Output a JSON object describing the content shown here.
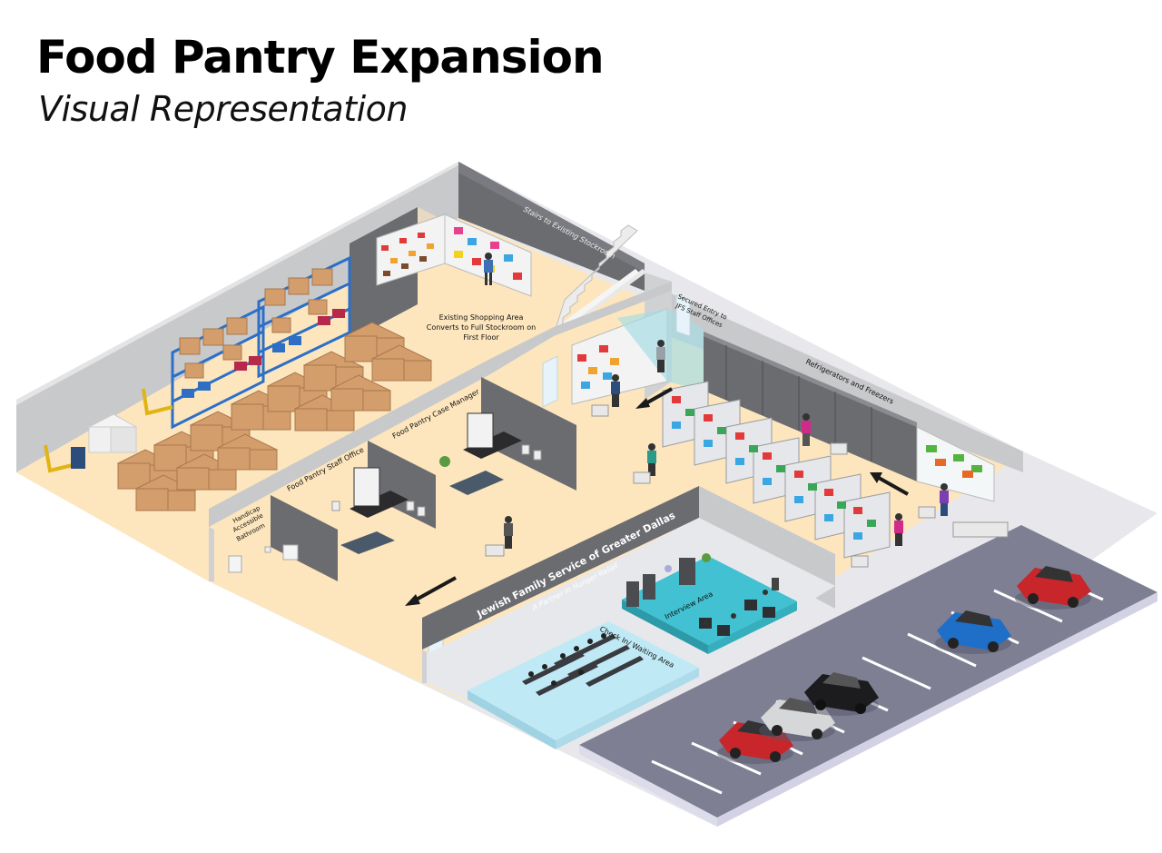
{
  "header": {
    "title": "Food Pantry Expansion",
    "subtitle": "Visual Representation"
  },
  "labels": {
    "stairs": "Stairs to Existing Stockroom",
    "shopping_area_1": "Existing Shopping Area",
    "shopping_area_2": "Converts to Full Stockroom on",
    "shopping_area_3": "First Floor",
    "secured_entry_1": "Secured Entry to",
    "secured_entry_2": "JFS Staff Offices",
    "refrigerators": "Refrigerators and Freezers",
    "case_manager": "Food Pantry Case Manager",
    "staff_office": "Food Pantry Staff Office",
    "bathroom_1": "Handicap",
    "bathroom_2": "Accessible",
    "bathroom_3": "Bathroom",
    "jfs_name": "Jewish Family Service of Greater Dallas",
    "jfs_tagline": "A Partner in Hunger Relief",
    "interview": "Interview Area",
    "checkin": "Check In/ Waiting Area"
  },
  "colors": {
    "floor": "#fde6bd",
    "wall_light": "#c8c9cb",
    "wall_dark": "#6b6c70",
    "parking": "#7e7f93",
    "room_teal": "#41c1d1",
    "room_light_blue": "#bfe9f5",
    "car_colors": [
      "#c8262b",
      "#1f6fc8",
      "#1c1c1f",
      "#c9cacc",
      "#c8262b"
    ]
  },
  "icons": [
    "box-icon",
    "shelf-icon",
    "pallet-jack-icon",
    "person-icon",
    "shopping-cart-icon",
    "refrigerator-icon",
    "desk-icon",
    "toilet-icon",
    "car-icon",
    "stairs-icon",
    "arrow-icon"
  ]
}
